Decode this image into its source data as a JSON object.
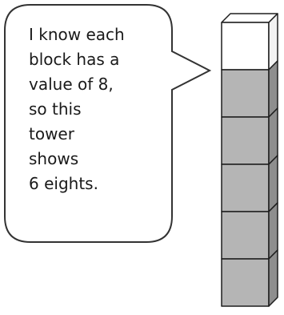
{
  "speech_bubble": {
    "lines": [
      "I know each",
      "block has a",
      "value of 8,",
      "so this",
      "tower",
      "shows",
      "6 eights."
    ]
  },
  "tower": {
    "block_count": 6,
    "top_block_color": "#ffffff",
    "block_color": "#b5b5b5",
    "block_side_color": "#8e8e8e",
    "outline_color": "#1e1e1e"
  }
}
